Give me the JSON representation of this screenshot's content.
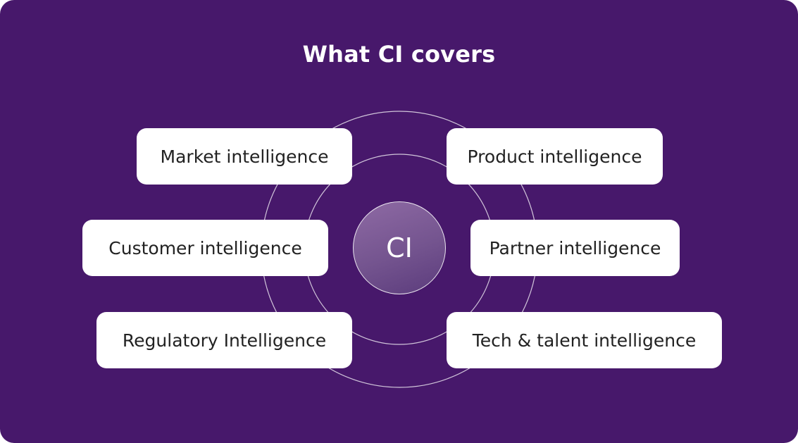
{
  "diagram": {
    "title": "What CI covers",
    "center_label": "CI",
    "areas": [
      "Market intelligence",
      "Product intelligence",
      "Customer intelligence",
      "Partner intelligence",
      "Regulatory Intelligence",
      "Tech & talent intelligence"
    ]
  },
  "colors": {
    "background": "#47186b",
    "pill": "#ffffff",
    "text": "#222222"
  }
}
